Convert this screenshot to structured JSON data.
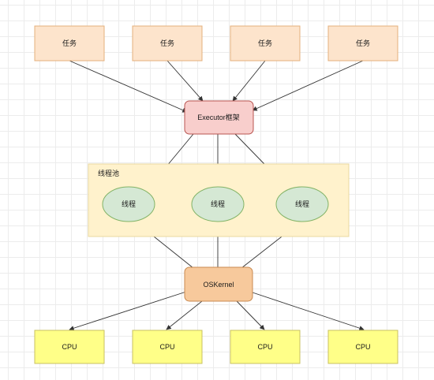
{
  "tasks": [
    "任务",
    "任务",
    "任务",
    "任务"
  ],
  "executor": {
    "label": "Executor框架",
    "fill": "#f8cecc",
    "stroke": "#b85450"
  },
  "pool": {
    "label": "线程池",
    "fill": "#fff2cc",
    "stroke": "#e8d8a0",
    "threads": [
      "线程",
      "线程",
      "线程"
    ],
    "thread_fill": "#d5e8d4",
    "thread_stroke": "#82b366"
  },
  "kernel": {
    "label": "OSKernel",
    "fill": "#f7c99c",
    "stroke": "#c98a50"
  },
  "cpus": [
    "CPU",
    "CPU",
    "CPU",
    "CPU"
  ],
  "colors": {
    "task_fill": "#fde4cc",
    "task_stroke": "#e4b07c",
    "cpu_fill": "#ffff88",
    "cpu_stroke": "#c8c060",
    "arrow": "#333333"
  }
}
